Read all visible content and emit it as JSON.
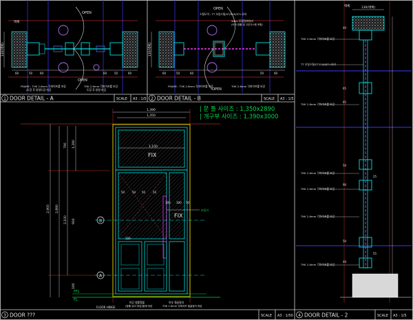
{
  "panels": {
    "a": {
      "number": "1",
      "title": "DOOR DETAIL - A",
      "scale_label": "SCALE",
      "scale_value": "A3 : 1/5"
    },
    "b": {
      "number": "2",
      "title": "DOOR DETAIL - B",
      "scale_label": "SCALE",
      "scale_value": "A3 : 1/5"
    },
    "door": {
      "number": "3",
      "title": "DOOR ???",
      "scale_label": "SCALE",
      "scale_value": "A3 : 1/50"
    },
    "d2": {
      "number": "4",
      "title": "DOOR DETAIL - 2",
      "scale_label": "SCALE",
      "scale_value": "A3 : 1/5"
    }
  },
  "detail_a": {
    "open_top": "OPEN",
    "open_bottom": "OPEN",
    "wall_label": "벽체",
    "dim_height": "130(벽체)",
    "dims": [
      "60",
      "50",
      "60",
      "60",
      "50",
      "60"
    ],
    "note_frame": "FRAME : THK 2.6mm 각파이프를 보강",
    "note_frame2": "/도장 후 방청도장 마감",
    "note_thk": "THK 2.6mm 각파이프를 보강",
    "note_thk2": "도장 후 방청 마감"
  },
  "detail_b": {
    "open_top": "OPEN",
    "open_bottom": "OPEN",
    "note_steel": "스틸도어 : TT 오일스틸/ST/SUS/ST+유리",
    "note_glass": "5mm 투명강화유리",
    "note_glass2": "(도어 창틀 및 고무가스켓 포함)",
    "dim_height": "130(벽체)",
    "dims": [
      "60",
      "50",
      "60",
      "50",
      "60"
    ],
    "note_frame": "FRAME : THK 2.6mm 각파이프를 보강",
    "note_thk": "THK 2.6mm 각파이프를 보강"
  },
  "door": {
    "size_door": "| 문 틀 사이즈 : 1,350x2890",
    "size_opening": "| 개구부 사이즈 : 1,390x3000",
    "dim_top_total": "1,390",
    "dim_top_inner": "1,350",
    "dim_fix_width": "1,150",
    "fix_top": "FIX",
    "fix_side": "FIX",
    "dim_heights_left": [
      "2,900",
      "2,890",
      "1,390",
      "790",
      "2,100",
      "900",
      "190"
    ],
    "dims_mid": [
      "50",
      "50",
      "50",
      "50",
      "300",
      "300",
      "50"
    ],
    "section_b": "B",
    "section_a": "A",
    "ffl": "FFL",
    "fl": "FL",
    "floor_note": "FLOOR HINGE",
    "bottom_note1": "미닫 창틀철물",
    "bottom_note1b": "(창틀 유리 마감)철재 마감",
    "bottom_note2": "하부 철골정지",
    "bottom_note2b": "THK 1.6mm 각파이프 철골정지 마감",
    "handle_note": "손잡이",
    "dim_bottom_a": "150"
  },
  "detail_2": {
    "top_label": "벽체",
    "dim_top": "130(벽체)",
    "notes": [
      "THK 2.6mm 각파이프를 보강",
      "TT 오일스틸/ST/SUS/ST+유리",
      "THK 2.6mm 각파이프를 보강",
      "THK 2.6mm 각파이프를 보강",
      "THK 2.6mm 각파이프를 보강",
      "THK 2.6mm 각파이프를 보강",
      "THK 2.6mm 각파이프를 보강"
    ],
    "dims": [
      "40",
      "65",
      "65",
      "50",
      "25",
      "90",
      "50",
      "55",
      "40"
    ]
  }
}
